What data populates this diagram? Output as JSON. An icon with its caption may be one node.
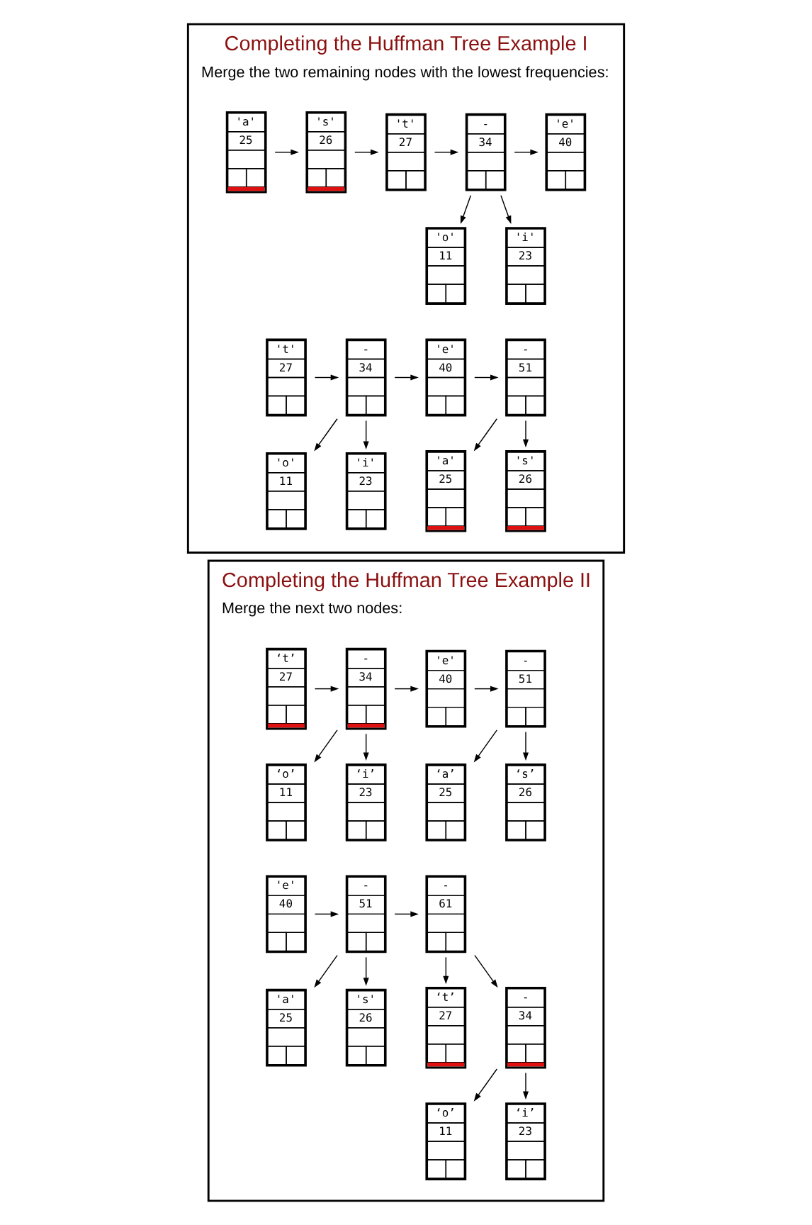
{
  "diagram": {
    "nodes": [
      {
        "text": [
          "Completing the Huffman Tree Example I",
          "Merge the two remaining nodes with the lowest frequencies:"
        ]
      },
      {
        "text": [
          "'a'",
          "25"
        ],
        "in": 0
      },
      {
        "text": [
          "'s'",
          "26"
        ],
        "in": 0
      },
      {
        "text": [
          "'t'",
          "27"
        ],
        "in": 0
      },
      {
        "text": [
          "-",
          "34"
        ],
        "in": 0
      },
      {
        "text": [
          "'e'",
          "40"
        ],
        "in": 0
      },
      {
        "text": [
          "'o'",
          "11"
        ],
        "in": 0
      },
      {
        "text": [
          "'i'",
          "23"
        ],
        "in": 0
      },
      {
        "text": [
          "'t'",
          "27"
        ],
        "in": 0
      },
      {
        "text": [
          "-",
          "34"
        ],
        "in": 0
      },
      {
        "text": [
          "'e'",
          "40"
        ],
        "in": 0
      },
      {
        "text": [
          "-",
          "51"
        ],
        "in": 0
      },
      {
        "text": [
          "'o'",
          "11"
        ],
        "in": 0
      },
      {
        "text": [
          "'i'",
          "23"
        ],
        "in": 0
      },
      {
        "text": [
          "'a'",
          "25"
        ],
        "in": 0
      },
      {
        "text": [
          "'s'",
          "26"
        ],
        "in": 0
      },
      {
        "text": [
          "Completing the Huffman Tree Example II",
          "Merge the next two nodes:"
        ]
      },
      {
        "text": [
          "‘t’",
          "27"
        ],
        "in": 16
      },
      {
        "text": [
          "-",
          "34"
        ],
        "in": 16
      },
      {
        "text": [
          "'e'",
          "40"
        ],
        "in": 16
      },
      {
        "text": [
          "-",
          "51"
        ],
        "in": 16
      },
      {
        "text": [
          "‘o’",
          "11"
        ],
        "in": 16
      },
      {
        "text": [
          "‘i’",
          "23"
        ],
        "in": 16
      },
      {
        "text": [
          "‘a’",
          "25"
        ],
        "in": 16
      },
      {
        "text": [
          "‘s’",
          "26"
        ],
        "in": 16
      },
      {
        "text": [
          "'e'",
          "40"
        ],
        "in": 16
      },
      {
        "text": [
          "-",
          "51"
        ],
        "in": 16
      },
      {
        "text": [
          "-",
          "61"
        ],
        "in": 16
      },
      {
        "text": [
          "'a'",
          "25"
        ],
        "in": 16
      },
      {
        "text": [
          "'s'",
          "26"
        ],
        "in": 16
      },
      {
        "text": [
          "‘t’",
          "27"
        ],
        "in": 16
      },
      {
        "text": [
          "-",
          "34"
        ],
        "in": 16
      },
      {
        "text": [
          "‘o’",
          "11"
        ],
        "in": 16
      },
      {
        "text": [
          "‘i’",
          "23"
        ],
        "in": 16
      }
    ],
    "edges": [
      {
        "from": 1,
        "to": 2,
        "arrow": "to"
      },
      {
        "from": 2,
        "to": 3,
        "arrow": "to"
      },
      {
        "from": 3,
        "to": 4,
        "arrow": "to"
      },
      {
        "from": 4,
        "to": 5,
        "arrow": "to"
      },
      {
        "from": 4,
        "to": 6,
        "arrow": "to"
      },
      {
        "from": 4,
        "to": 7,
        "arrow": "to"
      },
      {
        "from": 8,
        "to": 9,
        "arrow": "to"
      },
      {
        "from": 9,
        "to": 10,
        "arrow": "to"
      },
      {
        "from": 10,
        "to": 11,
        "arrow": "to"
      },
      {
        "from": 9,
        "to": 12,
        "arrow": "to"
      },
      {
        "from": 9,
        "to": 13,
        "arrow": "to"
      },
      {
        "from": 11,
        "to": 14,
        "arrow": "to"
      },
      {
        "from": 11,
        "to": 15,
        "arrow": "to"
      },
      {
        "from": 17,
        "to": 18,
        "arrow": "to"
      },
      {
        "from": 18,
        "to": 19,
        "arrow": "to"
      },
      {
        "from": 19,
        "to": 20,
        "arrow": "to"
      },
      {
        "from": 18,
        "to": 21,
        "arrow": "to"
      },
      {
        "from": 18,
        "to": 22,
        "arrow": "to"
      },
      {
        "from": 20,
        "to": 23,
        "arrow": "to"
      },
      {
        "from": 20,
        "to": 24,
        "arrow": "to"
      },
      {
        "from": 25,
        "to": 26,
        "arrow": "to"
      },
      {
        "from": 26,
        "to": 27,
        "arrow": "to"
      },
      {
        "from": 26,
        "to": 28,
        "arrow": "to"
      },
      {
        "from": 26,
        "to": 29,
        "arrow": "to"
      },
      {
        "from": 27,
        "to": 30,
        "arrow": "to"
      },
      {
        "from": 27,
        "to": 31,
        "arrow": "to"
      },
      {
        "from": 31,
        "to": 32,
        "arrow": "to"
      },
      {
        "from": 31,
        "to": 33,
        "arrow": "to"
      }
    ]
  }
}
